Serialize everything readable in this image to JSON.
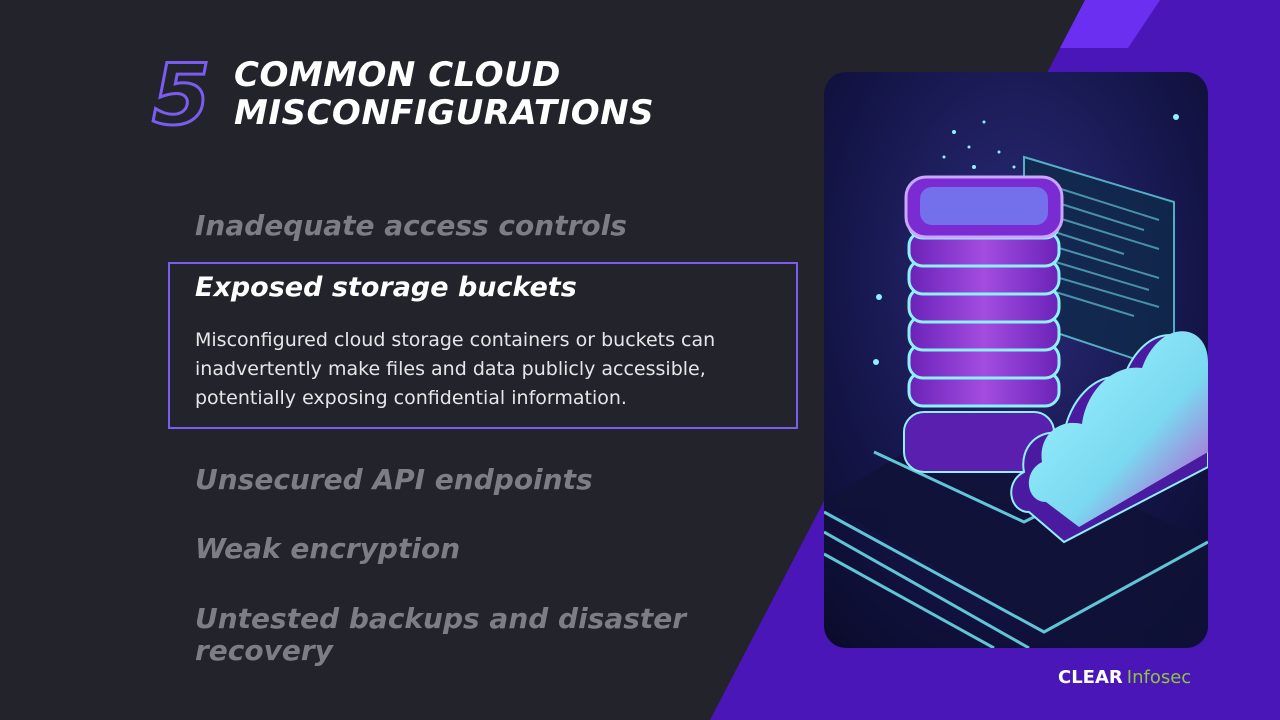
{
  "title": {
    "number": "5",
    "line1": "COMMON CLOUD",
    "line2": "MISCONFIGURATIONS"
  },
  "items": [
    "Inadequate access controls",
    "Exposed storage buckets",
    "Unsecured API endpoints",
    "Weak encryption",
    "Untested backups and disaster recovery"
  ],
  "active": {
    "title": "Exposed storage buckets",
    "description": "Misconfigured cloud storage containers or buckets can inadvertently make files and data publicly accessible, potentially exposing confidential information."
  },
  "brand": {
    "clear": "CLEAR",
    "infosec": "Infosec"
  },
  "colors": {
    "background": "#23232b",
    "accent_purple": "#5b1fd1",
    "outline_purple": "#7a5cf0",
    "brand_green": "#8cc63f"
  },
  "illustration": {
    "icons": [
      "server-stack-icon",
      "cloud-icon",
      "data-panel-icon"
    ]
  }
}
